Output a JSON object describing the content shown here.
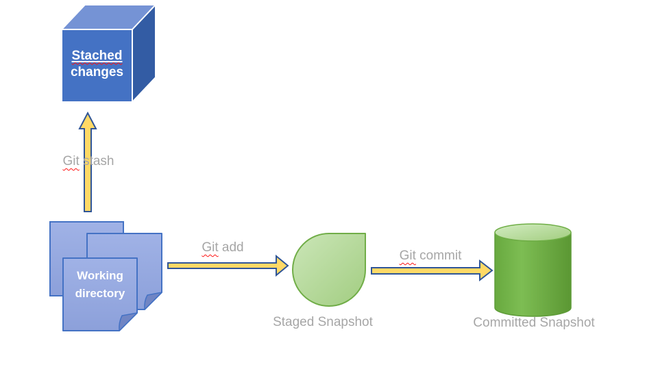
{
  "slide": {
    "background": "#ffffff",
    "label_color": "#a6a6a6",
    "spellcheck_squiggle_color": "#ff1414"
  },
  "cube": {
    "line1": "Stached",
    "line2": "changes",
    "fill_front": "#4472c4",
    "fill_top": "#7593d5",
    "fill_side": "#335ca4",
    "text_color": "#ffffff"
  },
  "working_directory": {
    "line1": "Working",
    "line2": "directory",
    "fill": "#93a9de",
    "outline": "#4472c4",
    "fold_fill": "#7085c4",
    "text_color": "#ffffff"
  },
  "staged_snapshot": {
    "label": "Staged Snapshot",
    "fill": "#a9d18e",
    "outline": "#70ad47"
  },
  "committed_snapshot": {
    "label": "Committed Snapshot",
    "fill": "#70ad47",
    "outline": "#5e9b38"
  },
  "arrows": {
    "fill": "#ffd966",
    "outline": "#2f5597",
    "stash": {
      "word1": "Git",
      "word2": "stash"
    },
    "add": {
      "word1": "Git",
      "word2": "add"
    },
    "commit": {
      "word1": "Git",
      "word2": "commit"
    }
  }
}
